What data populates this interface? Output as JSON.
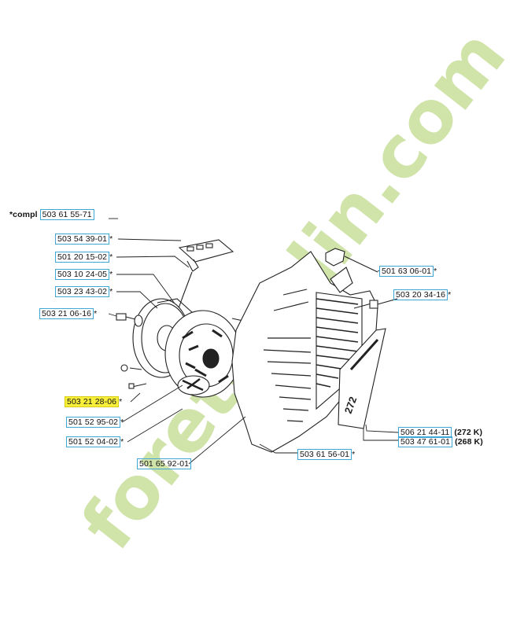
{
  "compl": {
    "prefix": "*compl ",
    "number": "503 61 55-71"
  },
  "parts_left": [
    {
      "number": "503 54 39-01",
      "suffix": "*"
    },
    {
      "number": "501 20 15-02",
      "suffix": "*"
    },
    {
      "number": "503 10 24-05",
      "suffix": "*"
    },
    {
      "number": "503 23 43-02",
      "suffix": "*"
    },
    {
      "number": "503 21 06-16",
      "suffix": "*"
    }
  ],
  "highlighted_part": {
    "number": "503 21 28-06",
    "suffix": "*",
    "highlight_color": "#f7ef3a"
  },
  "parts_lower_left": [
    {
      "number": "501 52 95-02",
      "suffix": "*"
    },
    {
      "number": "501 52 04-02",
      "suffix": "*"
    },
    {
      "number": "501 65 92-01",
      "suffix": ""
    }
  ],
  "parts_right": [
    {
      "number": "501 63 06-01",
      "suffix": "*"
    },
    {
      "number": "503 20 34-16",
      "suffix": "*"
    }
  ],
  "decals": [
    {
      "number": "506 21 44-11",
      "note": "(272 K)"
    },
    {
      "number": "503 47 61-01",
      "note": "(268 K)"
    }
  ],
  "housing_part": {
    "number": "503 61 56-01",
    "suffix": "*"
  },
  "decal_text": {
    "model": "272"
  },
  "watermark": {
    "text": "foretgarlin.com",
    "color_green": "#c8df9a",
    "color_grey": "#cfc7bd",
    "color_orange": "#f2b07a"
  },
  "colors": {
    "label_border": "#3fa7d6",
    "line": "#222222"
  }
}
